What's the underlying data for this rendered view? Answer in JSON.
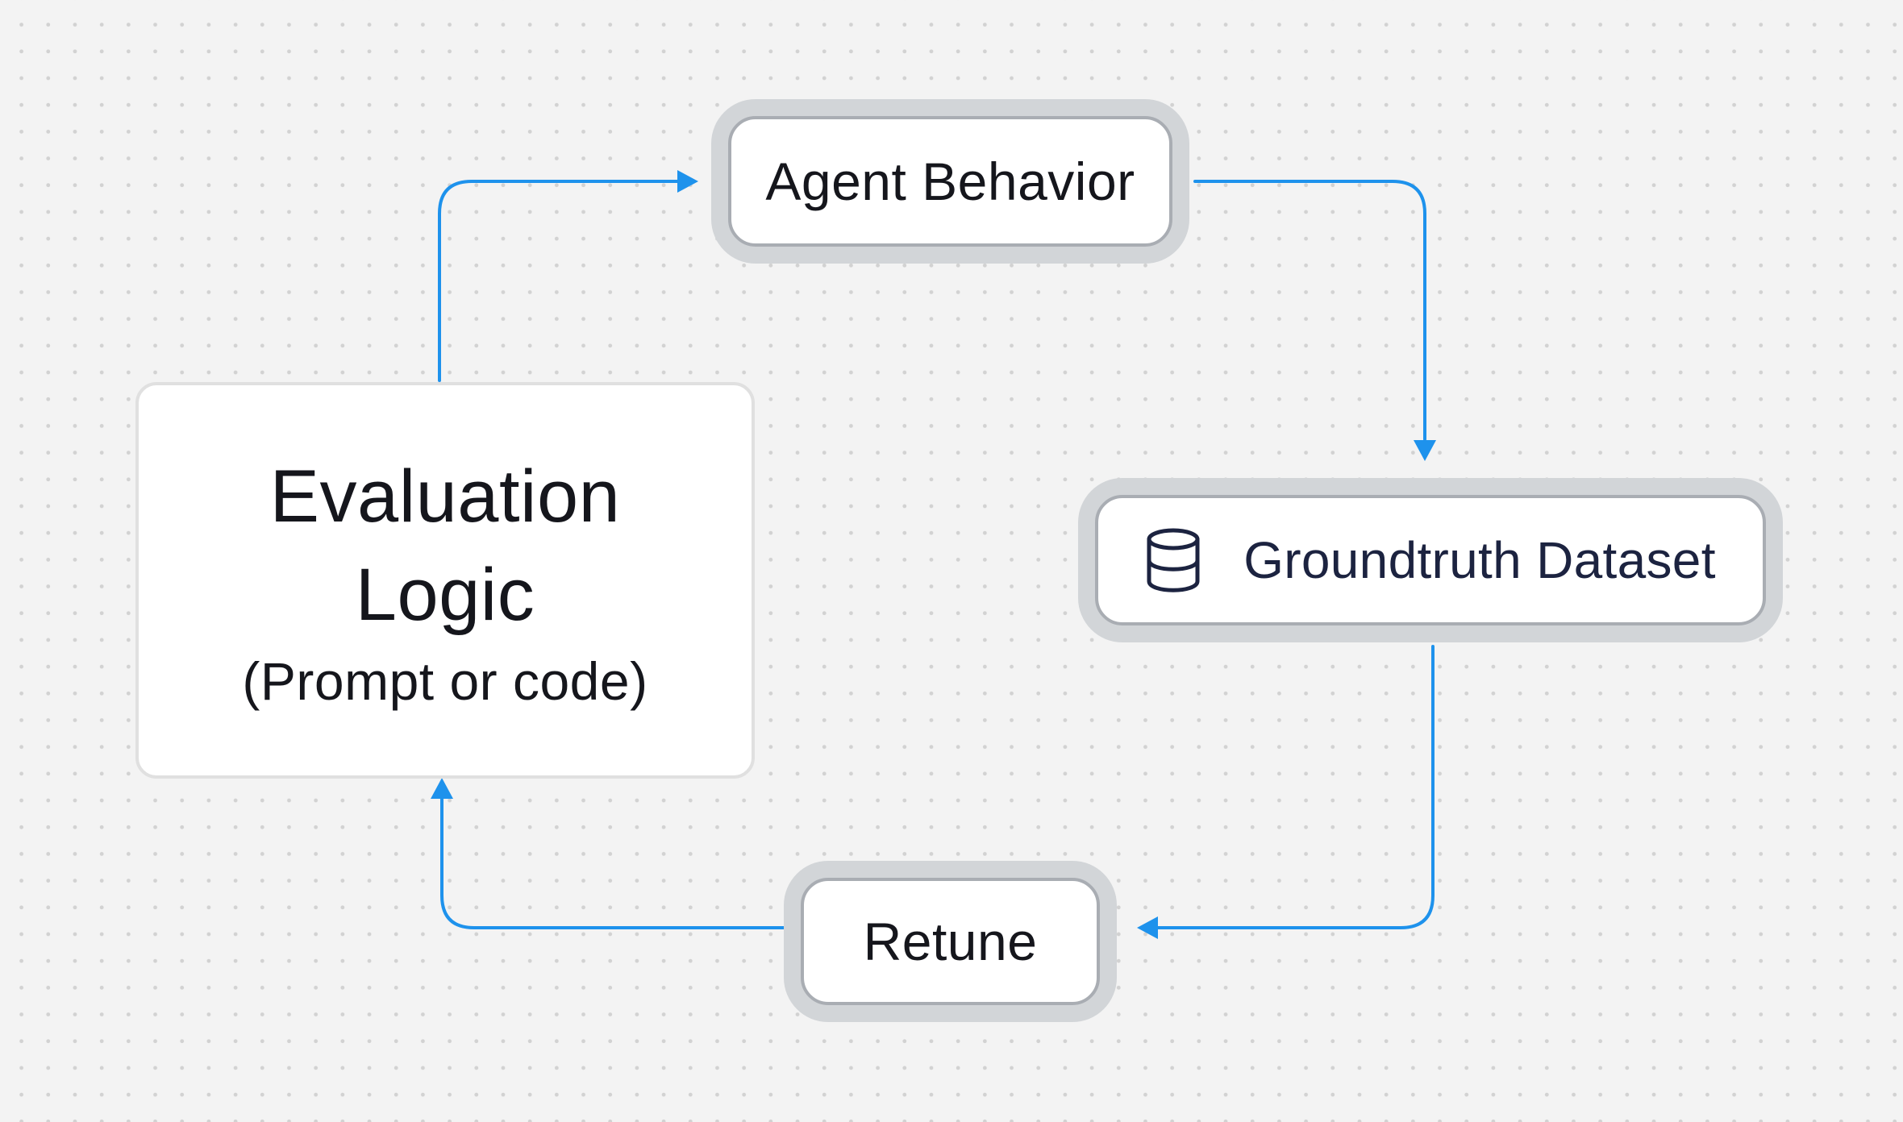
{
  "diagram": {
    "nodes": {
      "evaluation_logic": {
        "title_line1": "Evaluation",
        "title_line2": "Logic",
        "subtitle": "(Prompt or code)"
      },
      "agent_behavior": {
        "label": "Agent Behavior"
      },
      "groundtruth_dataset": {
        "label": "Groundtruth Dataset",
        "icon": "database-icon"
      },
      "retune": {
        "label": "Retune"
      }
    },
    "edges": [
      {
        "from": "Evaluation Logic",
        "to": "Agent Behavior"
      },
      {
        "from": "Agent Behavior",
        "to": "Groundtruth Dataset"
      },
      {
        "from": "Groundtruth Dataset",
        "to": "Retune"
      },
      {
        "from": "Retune",
        "to": "Evaluation Logic"
      }
    ],
    "colors": {
      "connector": "#1e92ec",
      "pill_outline": "#d2d5d8",
      "pill_border": "#a9adb3",
      "background": "#f3f3f3"
    }
  }
}
